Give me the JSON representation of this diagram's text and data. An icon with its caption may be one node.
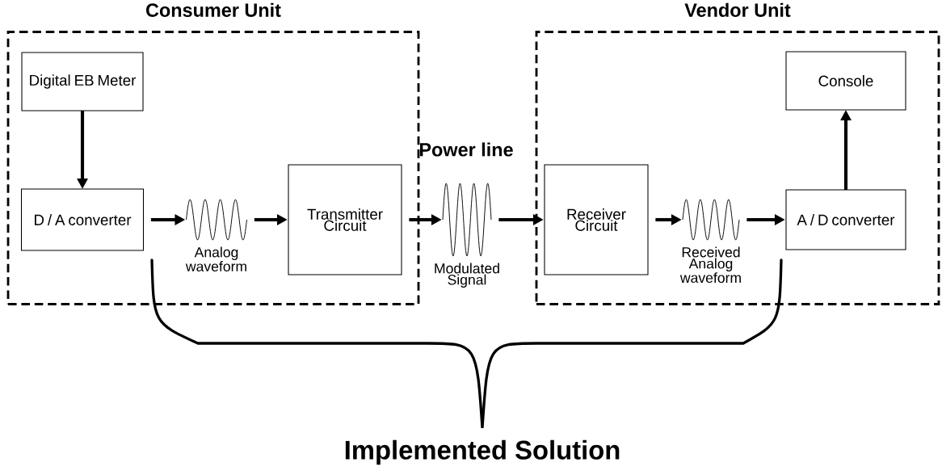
{
  "diagram": {
    "nodes": [
      {
        "text": [
          "Consumer Unit"
        ]
      },
      {
        "text": [
          "Digital EB Meter"
        ],
        "in": 0
      },
      {
        "text": [
          "D / A converter"
        ],
        "in": 0
      },
      {
        "text": [],
        "shape": "picture",
        "in": 0,
        "beside": [
          "Analog waveform"
        ]
      },
      {
        "text": [
          "Transmitter Circuit"
        ],
        "in": 0
      },
      {
        "text": [
          "Vendor Unit"
        ]
      },
      {
        "text": [
          "Console"
        ],
        "in": 5
      },
      {
        "text": [
          "Receiver Circuit"
        ],
        "in": 5
      },
      {
        "text": [],
        "shape": "picture",
        "in": 5,
        "beside": [
          "Received Analog waveform"
        ]
      },
      {
        "text": [
          "A / D converter"
        ],
        "in": 5
      },
      {
        "text": [],
        "shape": "picture",
        "beside": [
          "Modulated Signal"
        ]
      }
    ],
    "edges": [
      {
        "from": 1,
        "to": 2,
        "arrow": "to"
      },
      {
        "from": 2,
        "to": 3,
        "arrow": "to"
      },
      {
        "from": 3,
        "to": 4,
        "arrow": "to"
      },
      {
        "from": 4,
        "to": 10,
        "arrow": "to"
      },
      {
        "from": 10,
        "to": 7,
        "arrow": "to"
      },
      {
        "from": 7,
        "to": 8,
        "arrow": "to"
      },
      {
        "from": 8,
        "to": 9,
        "arrow": "to"
      },
      {
        "from": 9,
        "to": 6,
        "arrow": "to"
      }
    ],
    "labels": [
      "Power line",
      "Implemented Solution"
    ]
  }
}
